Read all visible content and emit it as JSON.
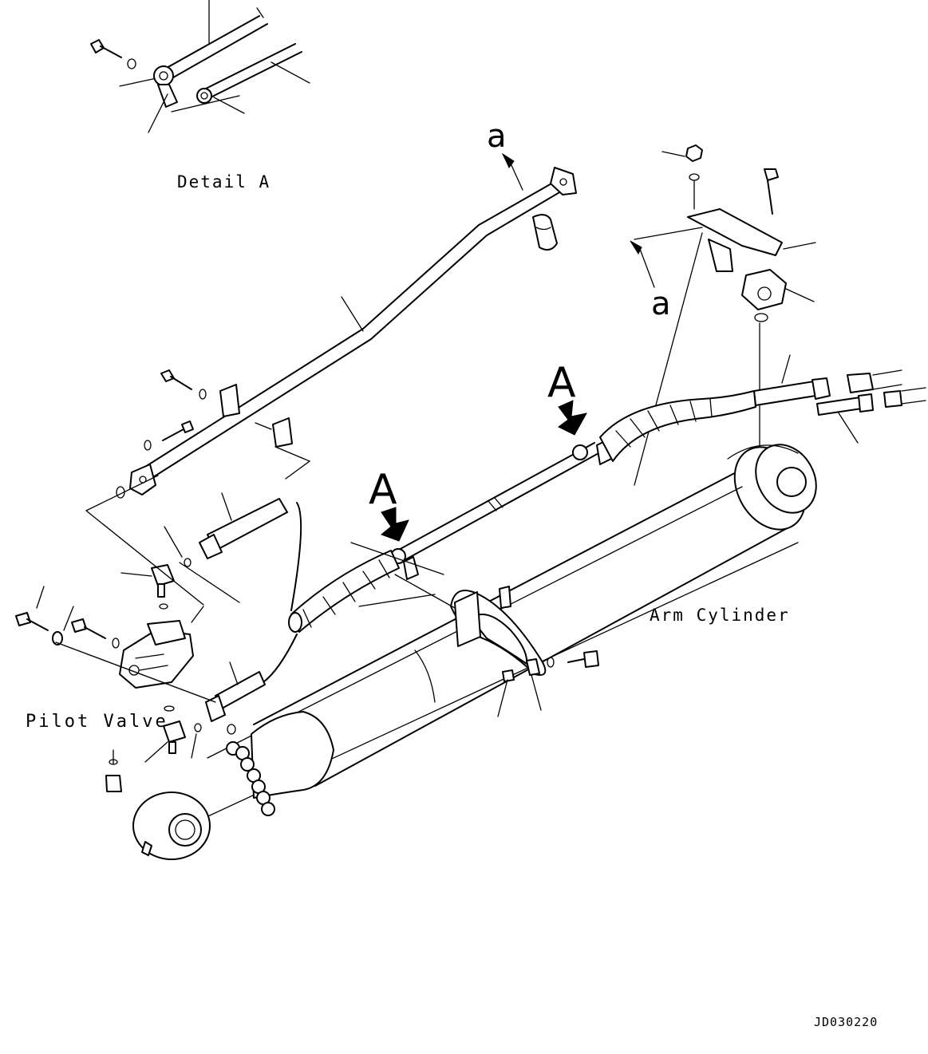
{
  "labels": {
    "detail_a": "Detail A",
    "pilot_valve": "Pilot Valve",
    "arm_cylinder": "Arm Cylinder",
    "drawing_code": "JD030220",
    "view_a_upper": "A",
    "view_a_lower": "A",
    "ref_a_upper": "a",
    "ref_a_right": "a"
  }
}
